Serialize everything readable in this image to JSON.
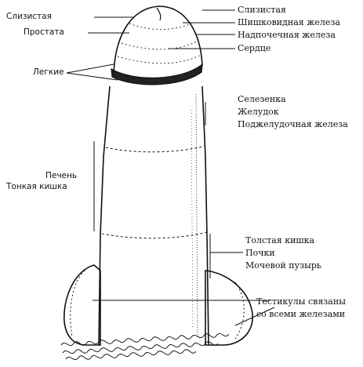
{
  "labels": {
    "left": {
      "mucosa": "Слизистая",
      "prostate": "Простата",
      "lungs": "Легкие",
      "liver": "Печень",
      "small_intestine": "Тонкая кишка"
    },
    "right": {
      "mucosa": "Слизистая",
      "pineal": "Шишковидная железа",
      "adrenal": "Надпочечная железа",
      "heart": "Сердце",
      "spleen": "Селезенка",
      "stomach": "Желудок",
      "pancreas": "Поджелудочная железа",
      "large_intestine": "Толстая кишка",
      "kidneys": "Почки",
      "bladder": "Мочевой пузырь",
      "testicles_line1": "Тестикулы связаны",
      "testicles_line2": "со всеми железами"
    }
  },
  "colors": {
    "ink": "#111111",
    "background": "#ffffff"
  }
}
